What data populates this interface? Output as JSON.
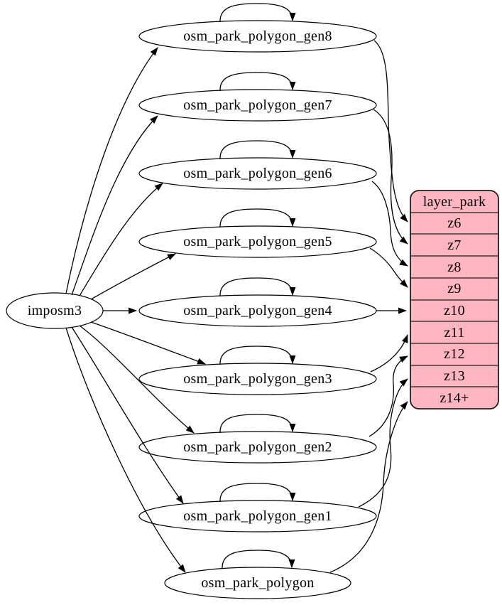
{
  "diagram": {
    "source": {
      "label": "imposm3"
    },
    "tables": [
      {
        "label": "osm_park_polygon_gen8",
        "writes_to": "z6",
        "self_loop": true
      },
      {
        "label": "osm_park_polygon_gen7",
        "writes_to": "z7",
        "self_loop": true
      },
      {
        "label": "osm_park_polygon_gen6",
        "writes_to": "z8",
        "self_loop": true
      },
      {
        "label": "osm_park_polygon_gen5",
        "writes_to": "z9",
        "self_loop": true
      },
      {
        "label": "osm_park_polygon_gen4",
        "writes_to": "z10",
        "self_loop": true
      },
      {
        "label": "osm_park_polygon_gen3",
        "writes_to": "z11",
        "self_loop": true
      },
      {
        "label": "osm_park_polygon_gen2",
        "writes_to": "z12",
        "self_loop": true
      },
      {
        "label": "osm_park_polygon_gen1",
        "writes_to": "z13",
        "self_loop": true
      },
      {
        "label": "osm_park_polygon",
        "writes_to": "z14+",
        "self_loop": true
      }
    ],
    "layer": {
      "title": "layer_park",
      "rows": [
        "z6",
        "z7",
        "z8",
        "z9",
        "z10",
        "z11",
        "z12",
        "z13",
        "z14+"
      ]
    },
    "colors": {
      "layer_fill": "#ffb6c1",
      "layer_border": "#1f1f1f",
      "node_fill": "#ffffff",
      "node_border": "#000000",
      "edge": "#000000",
      "background": "#ffffff"
    }
  }
}
